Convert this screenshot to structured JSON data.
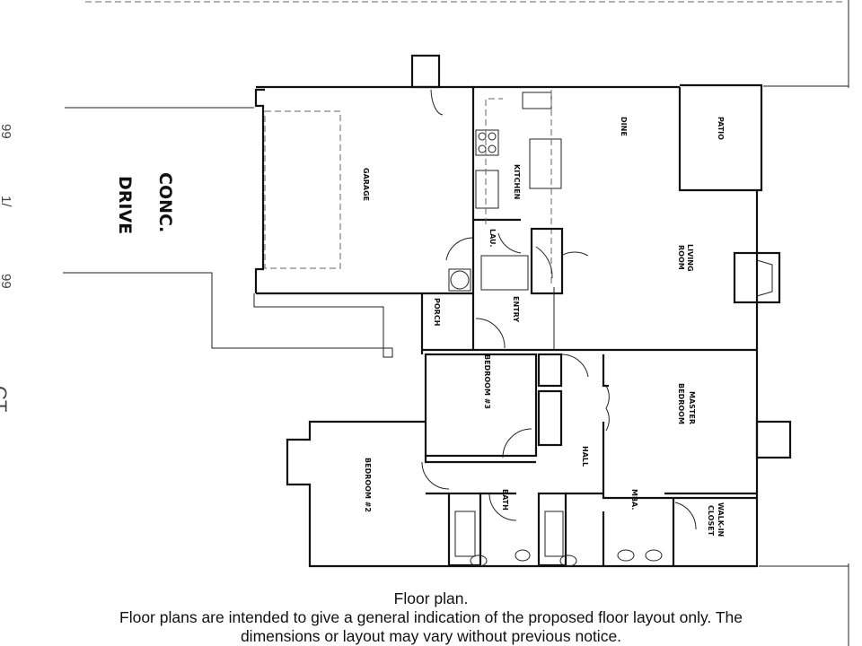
{
  "rooms": {
    "drive_line1": "CONC.",
    "drive_line2": "DRIVE",
    "garage": "GARAGE",
    "kitchen": "KITCHEN",
    "laundry": "LAU.",
    "dine": "DINE",
    "patio": "PATIO",
    "living_line1": "LIVING",
    "living_line2": "ROOM",
    "porch": "PORCH",
    "entry": "ENTRY",
    "bedroom3": "BEDROOM #3",
    "master_line1": "MASTER",
    "master_line2": "BEDROOM",
    "bedroom2": "BEDROOM #2",
    "hall": "HALL",
    "bath": "BATH",
    "mba": "MBA.",
    "closet_line1": "WALK-IN",
    "closet_line2": "CLOSET"
  },
  "edge_marks": [
    "99",
    "1/",
    "99",
    "CT"
  ],
  "caption": {
    "title": "Floor plan.",
    "line1": "Floor plans are intended to give a general indication of the proposed floor layout only. The",
    "line2": "dimensions or layout may vary without previous notice."
  }
}
